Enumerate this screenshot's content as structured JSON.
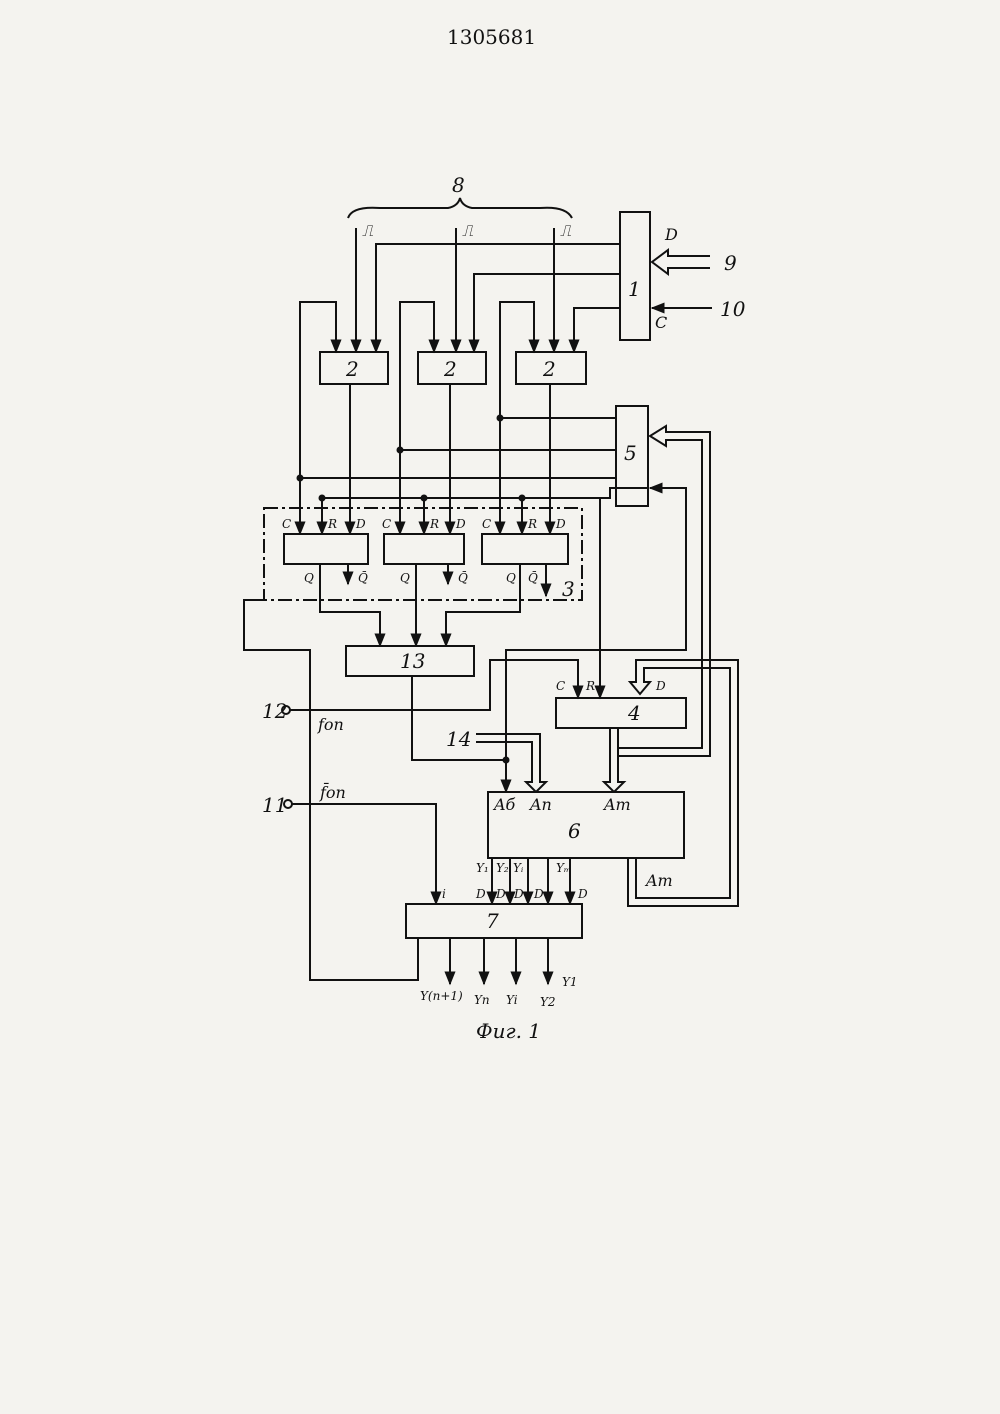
{
  "header": {
    "doc_number": "1305681"
  },
  "blocks": {
    "b1": "1",
    "b2a": "2",
    "b2b": "2",
    "b2c": "2",
    "b3": "3",
    "b4": "4",
    "b5": "5",
    "b6": "6",
    "b7": "7",
    "b13": "13"
  },
  "numbers": {
    "n8": "8",
    "n9": "9",
    "n10": "10",
    "n11": "11",
    "n12": "12",
    "n14": "14"
  },
  "labels": {
    "D": "D",
    "C": "C",
    "R": "R",
    "Q": "Q",
    "Qbar": "Q̄",
    "pulse": "⎍",
    "fon": "fon",
    "fon_bar": "f̄on",
    "Ab": "Aб",
    "An": "Aп",
    "At": "Aт",
    "At2": "Aт",
    "i": "i",
    "y1": "Y₁",
    "y2": "Y₂",
    "yi": "Yᵢ",
    "ym": "Yₘ"
  },
  "outputs": [
    "Y(n+1)",
    "Yn",
    "Yi",
    "Y2",
    "Y1"
  ],
  "caption": "Фиг. 1"
}
